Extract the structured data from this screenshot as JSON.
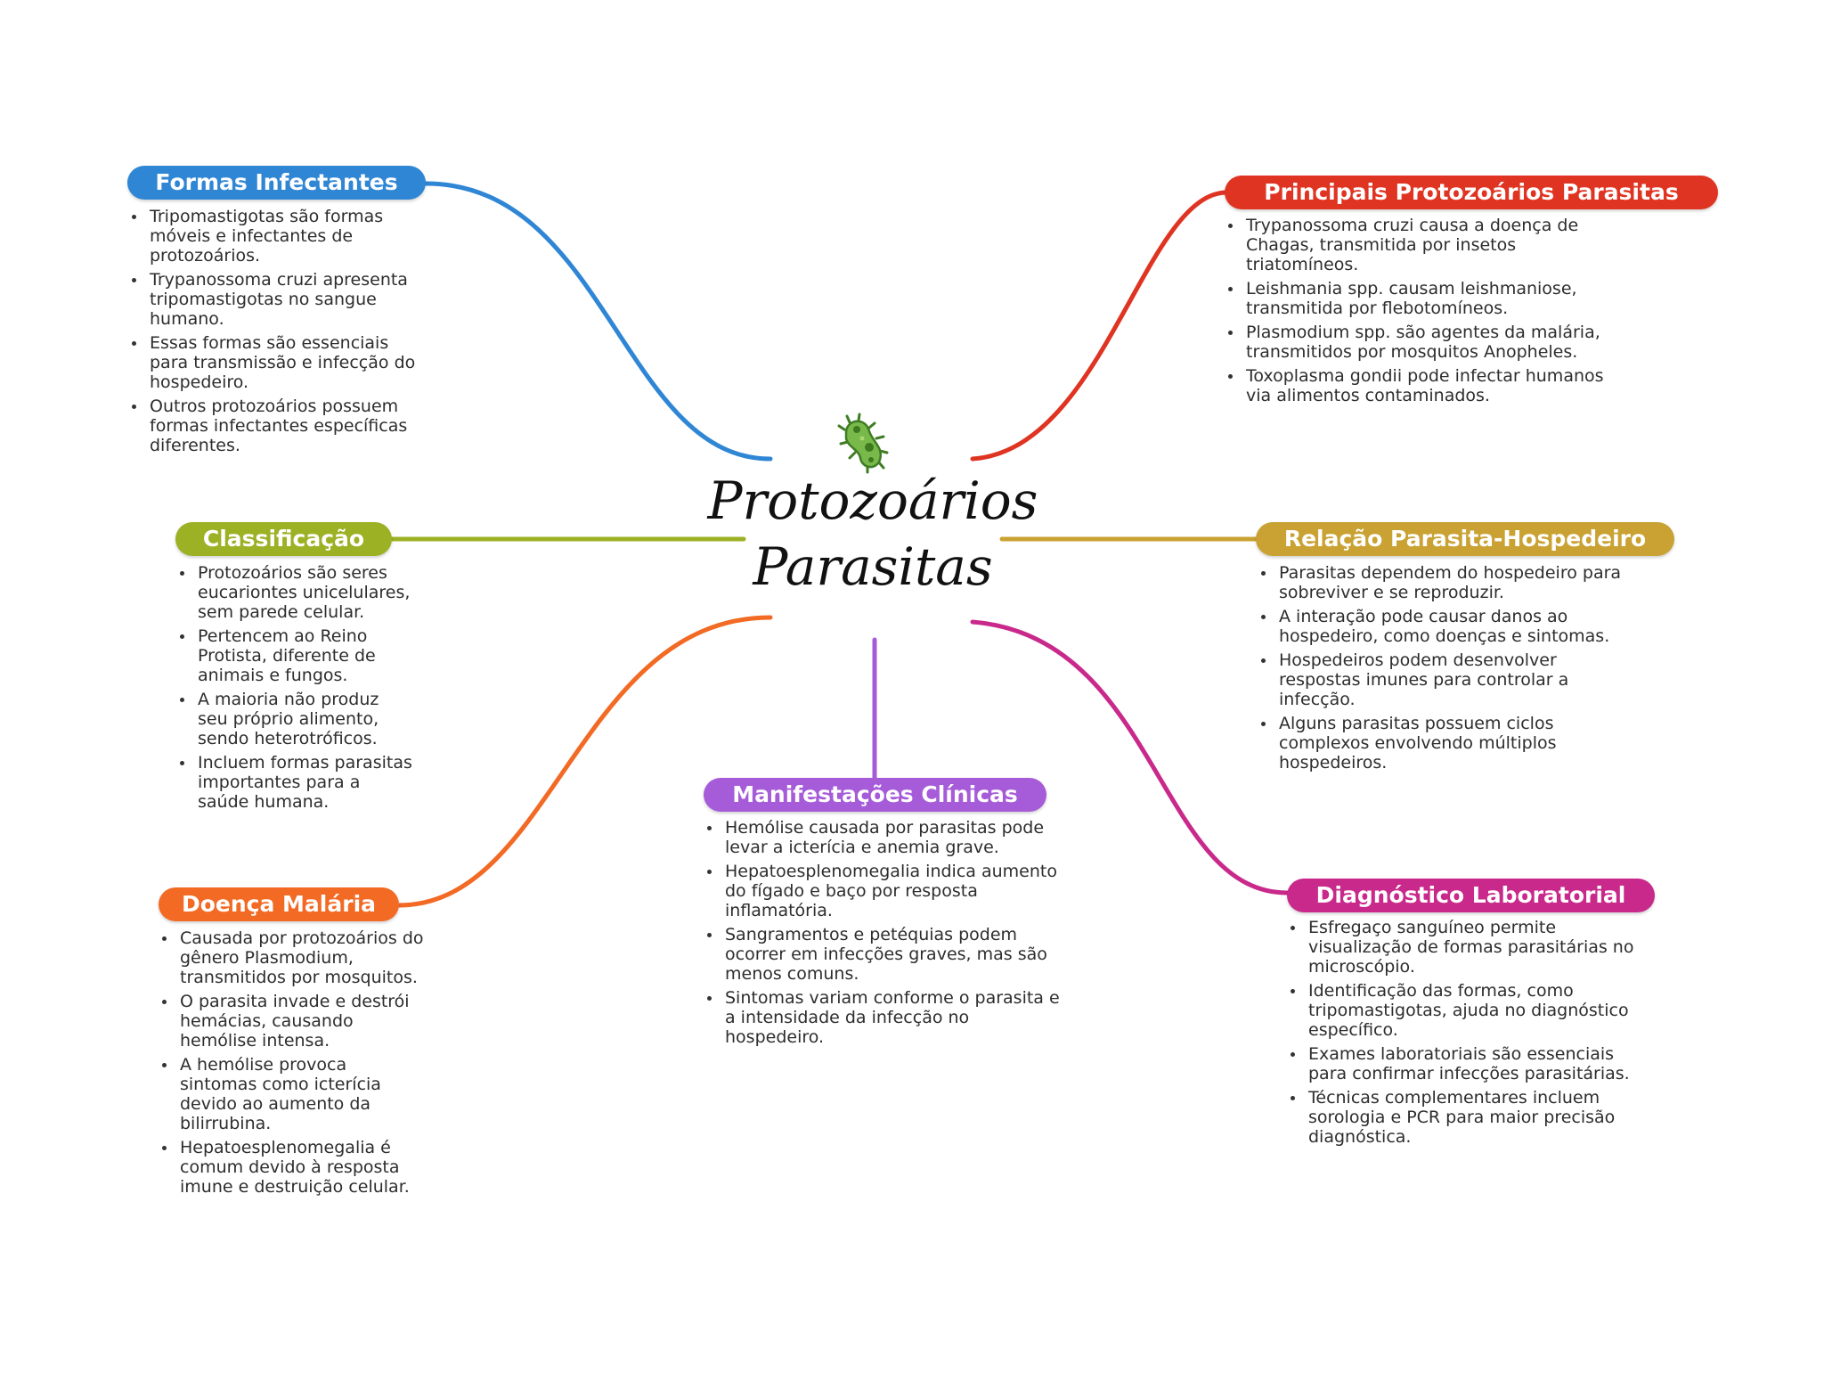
{
  "center": {
    "title": "Protozoários Parasitas",
    "icon": "microbe-icon"
  },
  "colors": {
    "formas": "#2f86d5",
    "principais": "#e03422",
    "classificacao": "#9db125",
    "relacao": "#c9a233",
    "malaria": "#f26a24",
    "manifestacoes": "#a65bd9",
    "diagnostico": "#c8298b"
  },
  "formas": {
    "title": "Formas Infectantes",
    "items": [
      "Tripomastigotas são formas móveis e infectantes de protozoários.",
      "Trypanossoma cruzi apresenta tripomastigotas no sangue humano.",
      "Essas formas são essenciais para transmissão e infecção do hospedeiro.",
      "Outros protozoários possuem formas infectantes específicas diferentes."
    ]
  },
  "principais": {
    "title": "Principais Protozoários Parasitas",
    "items": [
      "Trypanossoma cruzi causa a doença de Chagas, transmitida por insetos triatomíneos.",
      "Leishmania spp. causam leishmaniose, transmitida por flebotomíneos.",
      "Plasmodium spp. são agentes da malária, transmitidos por mosquitos Anopheles.",
      "Toxoplasma gondii pode infectar humanos via alimentos contaminados."
    ]
  },
  "classificacao": {
    "title": "Classificação",
    "items": [
      "Protozoários são seres eucariontes unicelulares, sem parede celular.",
      "Pertencem ao Reino Protista, diferente de animais e fungos.",
      "A maioria não produz seu próprio alimento, sendo heterotróficos.",
      "Incluem formas parasitas importantes para a saúde humana."
    ]
  },
  "relacao": {
    "title": "Relação Parasita-Hospedeiro",
    "items": [
      "Parasitas dependem do hospedeiro para sobreviver e se reproduzir.",
      "A interação pode causar danos ao hospedeiro, como doenças e sintomas.",
      "Hospedeiros podem desenvolver respostas imunes para controlar a infecção.",
      "Alguns parasitas possuem ciclos complexos envolvendo múltiplos hospedeiros."
    ]
  },
  "malaria": {
    "title": "Doença Malária",
    "items": [
      "Causada por protozoários do gênero Plasmodium, transmitidos por mosquitos.",
      "O parasita invade e destrói hemácias, causando hemólise intensa.",
      "A hemólise provoca sintomas como icterícia devido ao aumento da bilirrubina.",
      "Hepatoesplenomegalia é comum devido à resposta imune e destruição celular."
    ]
  },
  "manifestacoes": {
    "title": "Manifestações Clínicas",
    "items": [
      "Hemólise causada por parasitas pode levar a icterícia e anemia grave.",
      "Hepatoesplenomegalia indica aumento do fígado e baço por resposta inflamatória.",
      "Sangramentos e petéquias podem ocorrer em infecções graves, mas são menos comuns.",
      "Sintomas variam conforme o parasita e a intensidade da infecção no hospedeiro."
    ]
  },
  "diagnostico": {
    "title": "Diagnóstico Laboratorial",
    "items": [
      "Esfregaço sanguíneo permite visualização de formas parasitárias no microscópio.",
      "Identificação das formas, como tripomastigotas, ajuda no diagnóstico específico.",
      "Exames laboratoriais são essenciais para confirmar infecções parasitárias.",
      "Técnicas complementares incluem sorologia e PCR para maior precisão diagnóstica."
    ]
  }
}
